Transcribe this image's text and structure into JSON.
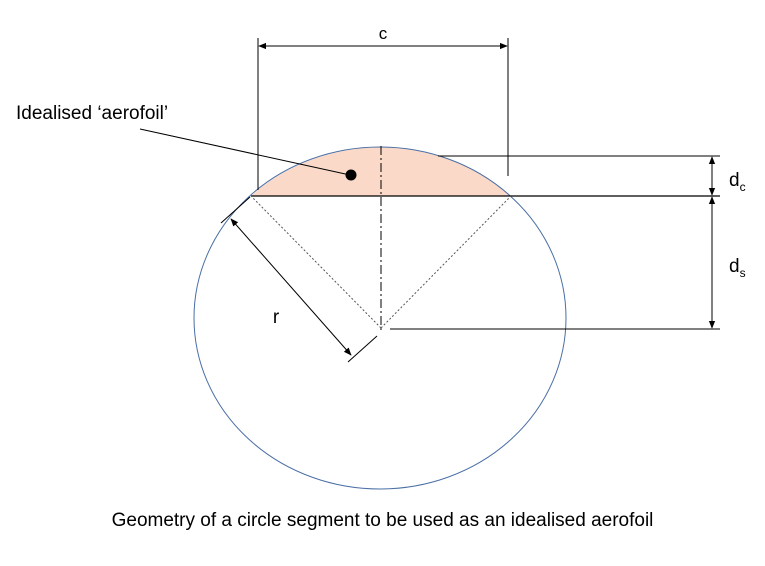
{
  "labels": {
    "chord": "c",
    "segment_name": "Idealised ‘aerofoil’",
    "radius": "r",
    "camber_depth": "d",
    "camber_depth_sub": "c",
    "centre_depth": "d",
    "centre_depth_sub": "s"
  },
  "caption": "Geometry of a circle segment to be used as an idealised aerofoil",
  "colors": {
    "circle_stroke": "#4a6fa5",
    "segment_fill": "#fbd9c9",
    "line": "#000000"
  }
}
